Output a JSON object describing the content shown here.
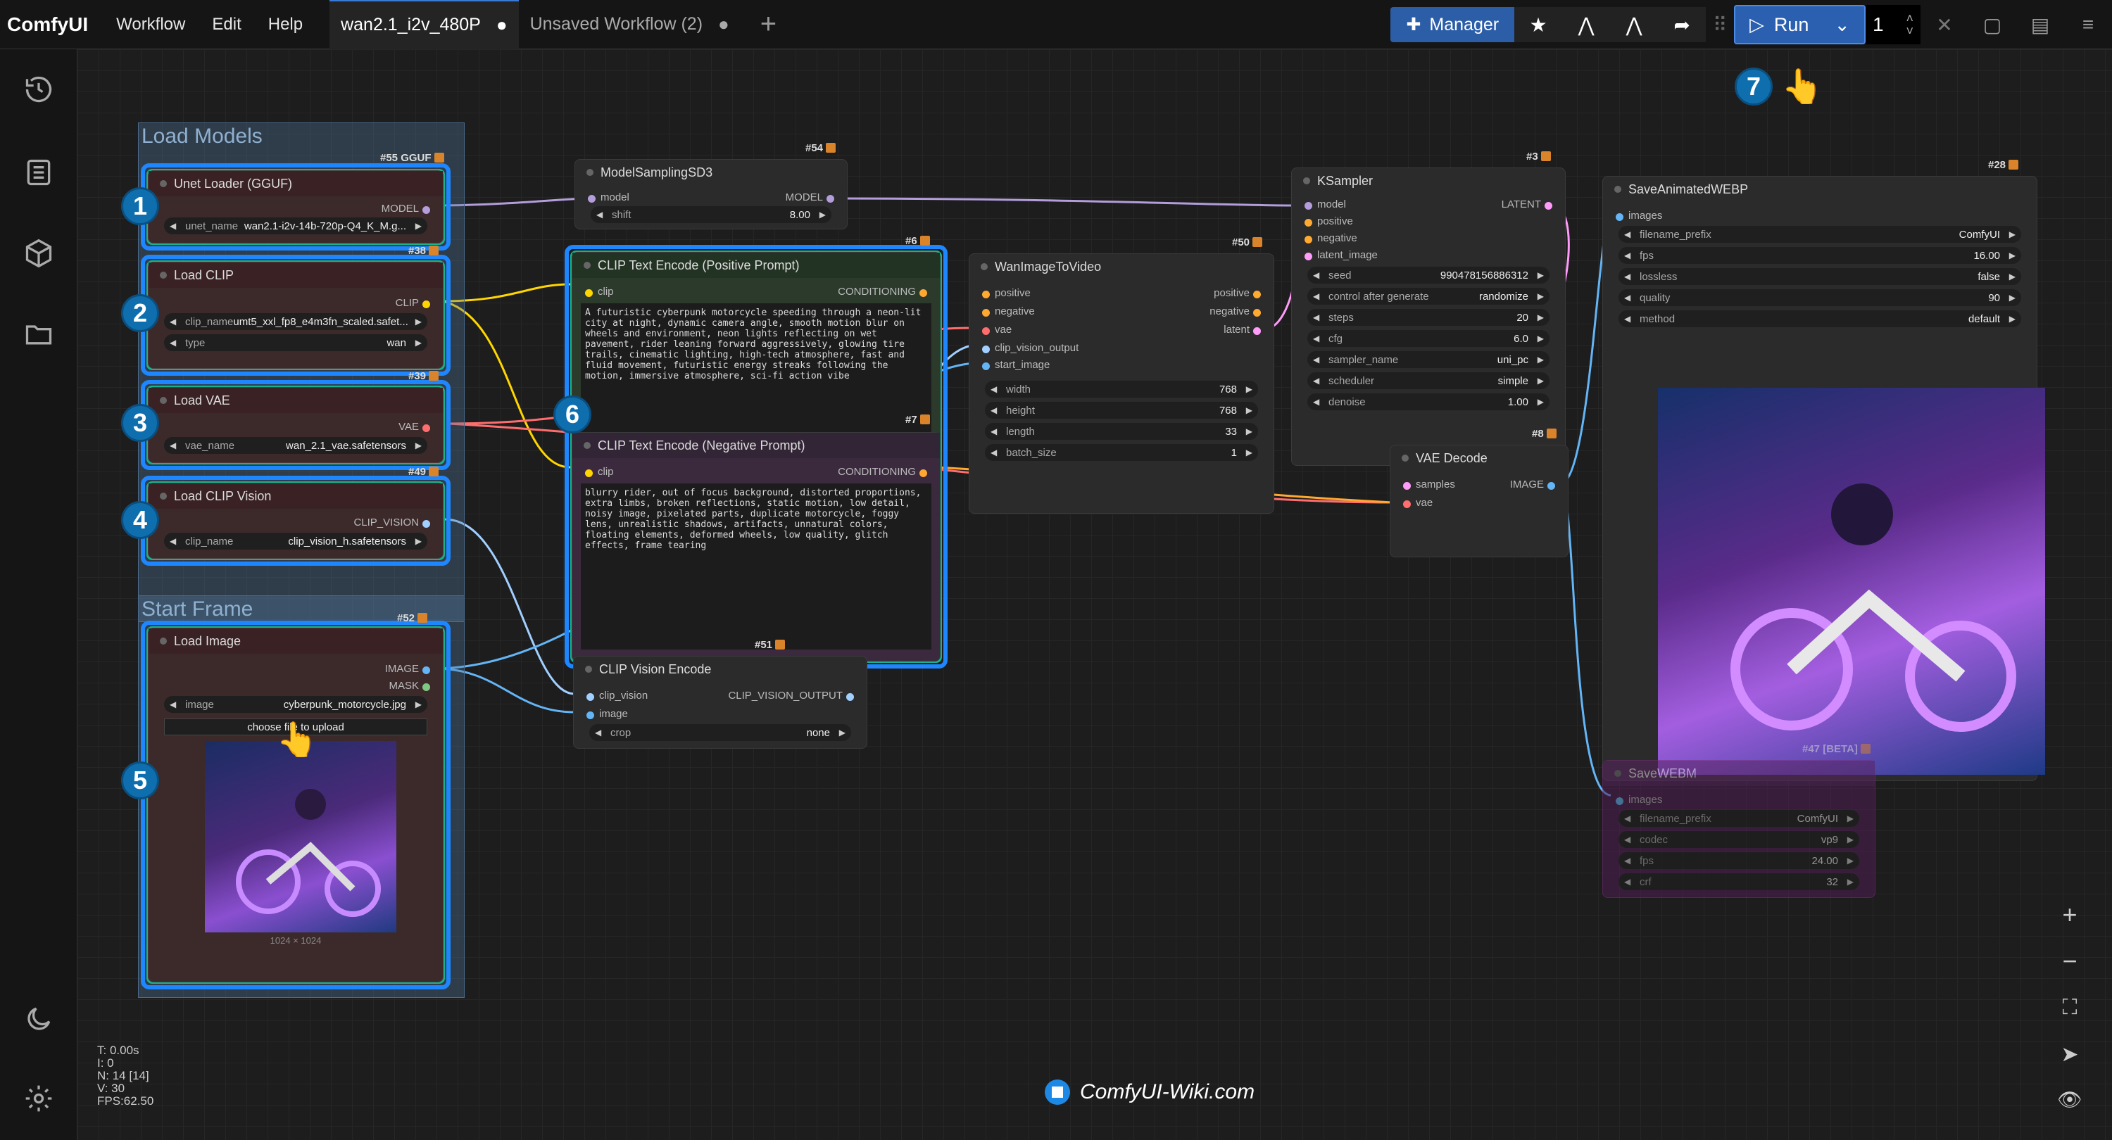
{
  "app": {
    "brand": "ComfyUI",
    "menus": [
      "Workflow",
      "Edit",
      "Help"
    ],
    "tabs": [
      {
        "label": "wan2.1_i2v_480P",
        "dot": "●"
      },
      {
        "label": "Unsaved Workflow (2)",
        "dot": "●"
      }
    ]
  },
  "toolbar": {
    "manager": "Manager",
    "run": "Run",
    "queue_count": "1"
  },
  "groups": {
    "load_models": "Load Models",
    "start_frame": "Start Frame"
  },
  "badges": {
    "unet": "#55 GGUF",
    "clip": "#38",
    "vae": "#39",
    "clipvision": "#49",
    "loadimage": "#52",
    "modelsampling": "#54",
    "pos": "#6",
    "neg": "#7",
    "wan": "#50",
    "ksampler": "#3",
    "vaedecode": "#8",
    "clipvisionenc": "#51",
    "savewebp": "#28",
    "savewebm": "#47 [BETA]"
  },
  "nodes": {
    "unet": {
      "title": "Unet Loader (GGUF)",
      "out": "MODEL",
      "w_label": "unet_name",
      "w_value": "wan2.1-i2v-14b-720p-Q4_K_M.g..."
    },
    "clip": {
      "title": "Load CLIP",
      "out": "CLIP",
      "w1_label": "clip_name",
      "w1_value": "umt5_xxl_fp8_e4m3fn_scaled.safet...",
      "w2_label": "type",
      "w2_value": "wan"
    },
    "vae": {
      "title": "Load VAE",
      "out": "VAE",
      "w_label": "vae_name",
      "w_value": "wan_2.1_vae.safetensors"
    },
    "clipvision": {
      "title": "Load CLIP Vision",
      "out": "CLIP_VISION",
      "w_label": "clip_name",
      "w_value": "clip_vision_h.safetensors"
    },
    "loadimage": {
      "title": "Load Image",
      "out1": "IMAGE",
      "out2": "MASK",
      "w_label": "image",
      "w_value": "cyberpunk_motorcycle.jpg",
      "upload": "choose file to upload",
      "dims": "1024 × 1024"
    },
    "modelsampling": {
      "title": "ModelSamplingSD3",
      "in": "model",
      "out": "MODEL",
      "w_label": "shift",
      "w_value": "8.00"
    },
    "pos": {
      "title": "CLIP Text Encode (Positive Prompt)",
      "in": "clip",
      "out": "CONDITIONING",
      "text": "A futuristic cyberpunk motorcycle speeding through a neon-lit city at night, dynamic camera angle, smooth motion blur on wheels and environment, neon lights reflecting on wet pavement, rider leaning forward aggressively, glowing tire trails, cinematic lighting, high-tech atmosphere, fast and fluid movement, futuristic energy streaks following the motion, immersive atmosphere, sci-fi action vibe"
    },
    "neg": {
      "title": "CLIP Text Encode (Negative Prompt)",
      "in": "clip",
      "out": "CONDITIONING",
      "text": "blurry rider, out of focus background, distorted proportions, extra limbs, broken reflections, static motion, low detail, noisy image, pixelated parts, duplicate motorcycle, foggy lens, unrealistic shadows, artifacts, unnatural colors, floating elements, deformed wheels, low quality, glitch effects, frame tearing"
    },
    "wan": {
      "title": "WanImageToVideo",
      "inputs": [
        "positive",
        "negative",
        "vae",
        "clip_vision_output",
        "start_image"
      ],
      "outputs": [
        "positive",
        "negative",
        "latent"
      ],
      "widgets": [
        {
          "label": "width",
          "value": "768"
        },
        {
          "label": "height",
          "value": "768"
        },
        {
          "label": "length",
          "value": "33"
        },
        {
          "label": "batch_size",
          "value": "1"
        }
      ]
    },
    "ksampler": {
      "title": "KSampler",
      "inputs": [
        "model",
        "positive",
        "negative",
        "latent_image"
      ],
      "out": "LATENT",
      "widgets": [
        {
          "label": "seed",
          "value": "990478156886312"
        },
        {
          "label": "control after generate",
          "value": "randomize"
        },
        {
          "label": "steps",
          "value": "20"
        },
        {
          "label": "cfg",
          "value": "6.0"
        },
        {
          "label": "sampler_name",
          "value": "uni_pc"
        },
        {
          "label": "scheduler",
          "value": "simple"
        },
        {
          "label": "denoise",
          "value": "1.00"
        }
      ]
    },
    "vaedecode": {
      "title": "VAE Decode",
      "inputs": [
        "samples",
        "vae"
      ],
      "out": "IMAGE"
    },
    "clipvisionenc": {
      "title": "CLIP Vision Encode",
      "inputs": [
        "clip_vision",
        "image"
      ],
      "out": "CLIP_VISION_OUTPUT",
      "w_label": "crop",
      "w_value": "none"
    },
    "savewebp": {
      "title": "SaveAnimatedWEBP",
      "in": "images",
      "widgets": [
        {
          "label": "filename_prefix",
          "value": "ComfyUI"
        },
        {
          "label": "fps",
          "value": "16.00"
        },
        {
          "label": "lossless",
          "value": "false"
        },
        {
          "label": "quality",
          "value": "90"
        },
        {
          "label": "method",
          "value": "default"
        }
      ]
    },
    "savewebm": {
      "title": "SaveWEBM",
      "in": "images",
      "widgets": [
        {
          "label": "filename_prefix",
          "value": "ComfyUI"
        },
        {
          "label": "codec",
          "value": "vp9"
        },
        {
          "label": "fps",
          "value": "24.00"
        },
        {
          "label": "crf",
          "value": "32"
        }
      ]
    }
  },
  "steps": [
    "1",
    "2",
    "3",
    "4",
    "5",
    "6",
    "7"
  ],
  "stats": [
    "T: 0.00s",
    "I: 0",
    "N: 14 [14]",
    "V: 30",
    "FPS:62.50"
  ],
  "watermark": "ComfyUI-Wiki.com",
  "colors": {
    "model": "#b39ddb",
    "clip": "#ffd600",
    "vae": "#ff6e6e",
    "clip_vision": "#a1cfff",
    "image": "#64b5f6",
    "latent": "#ff9cf9",
    "conditioning": "#ffa931",
    "accent": "#1e86ff",
    "group_border": "#17b38d"
  }
}
